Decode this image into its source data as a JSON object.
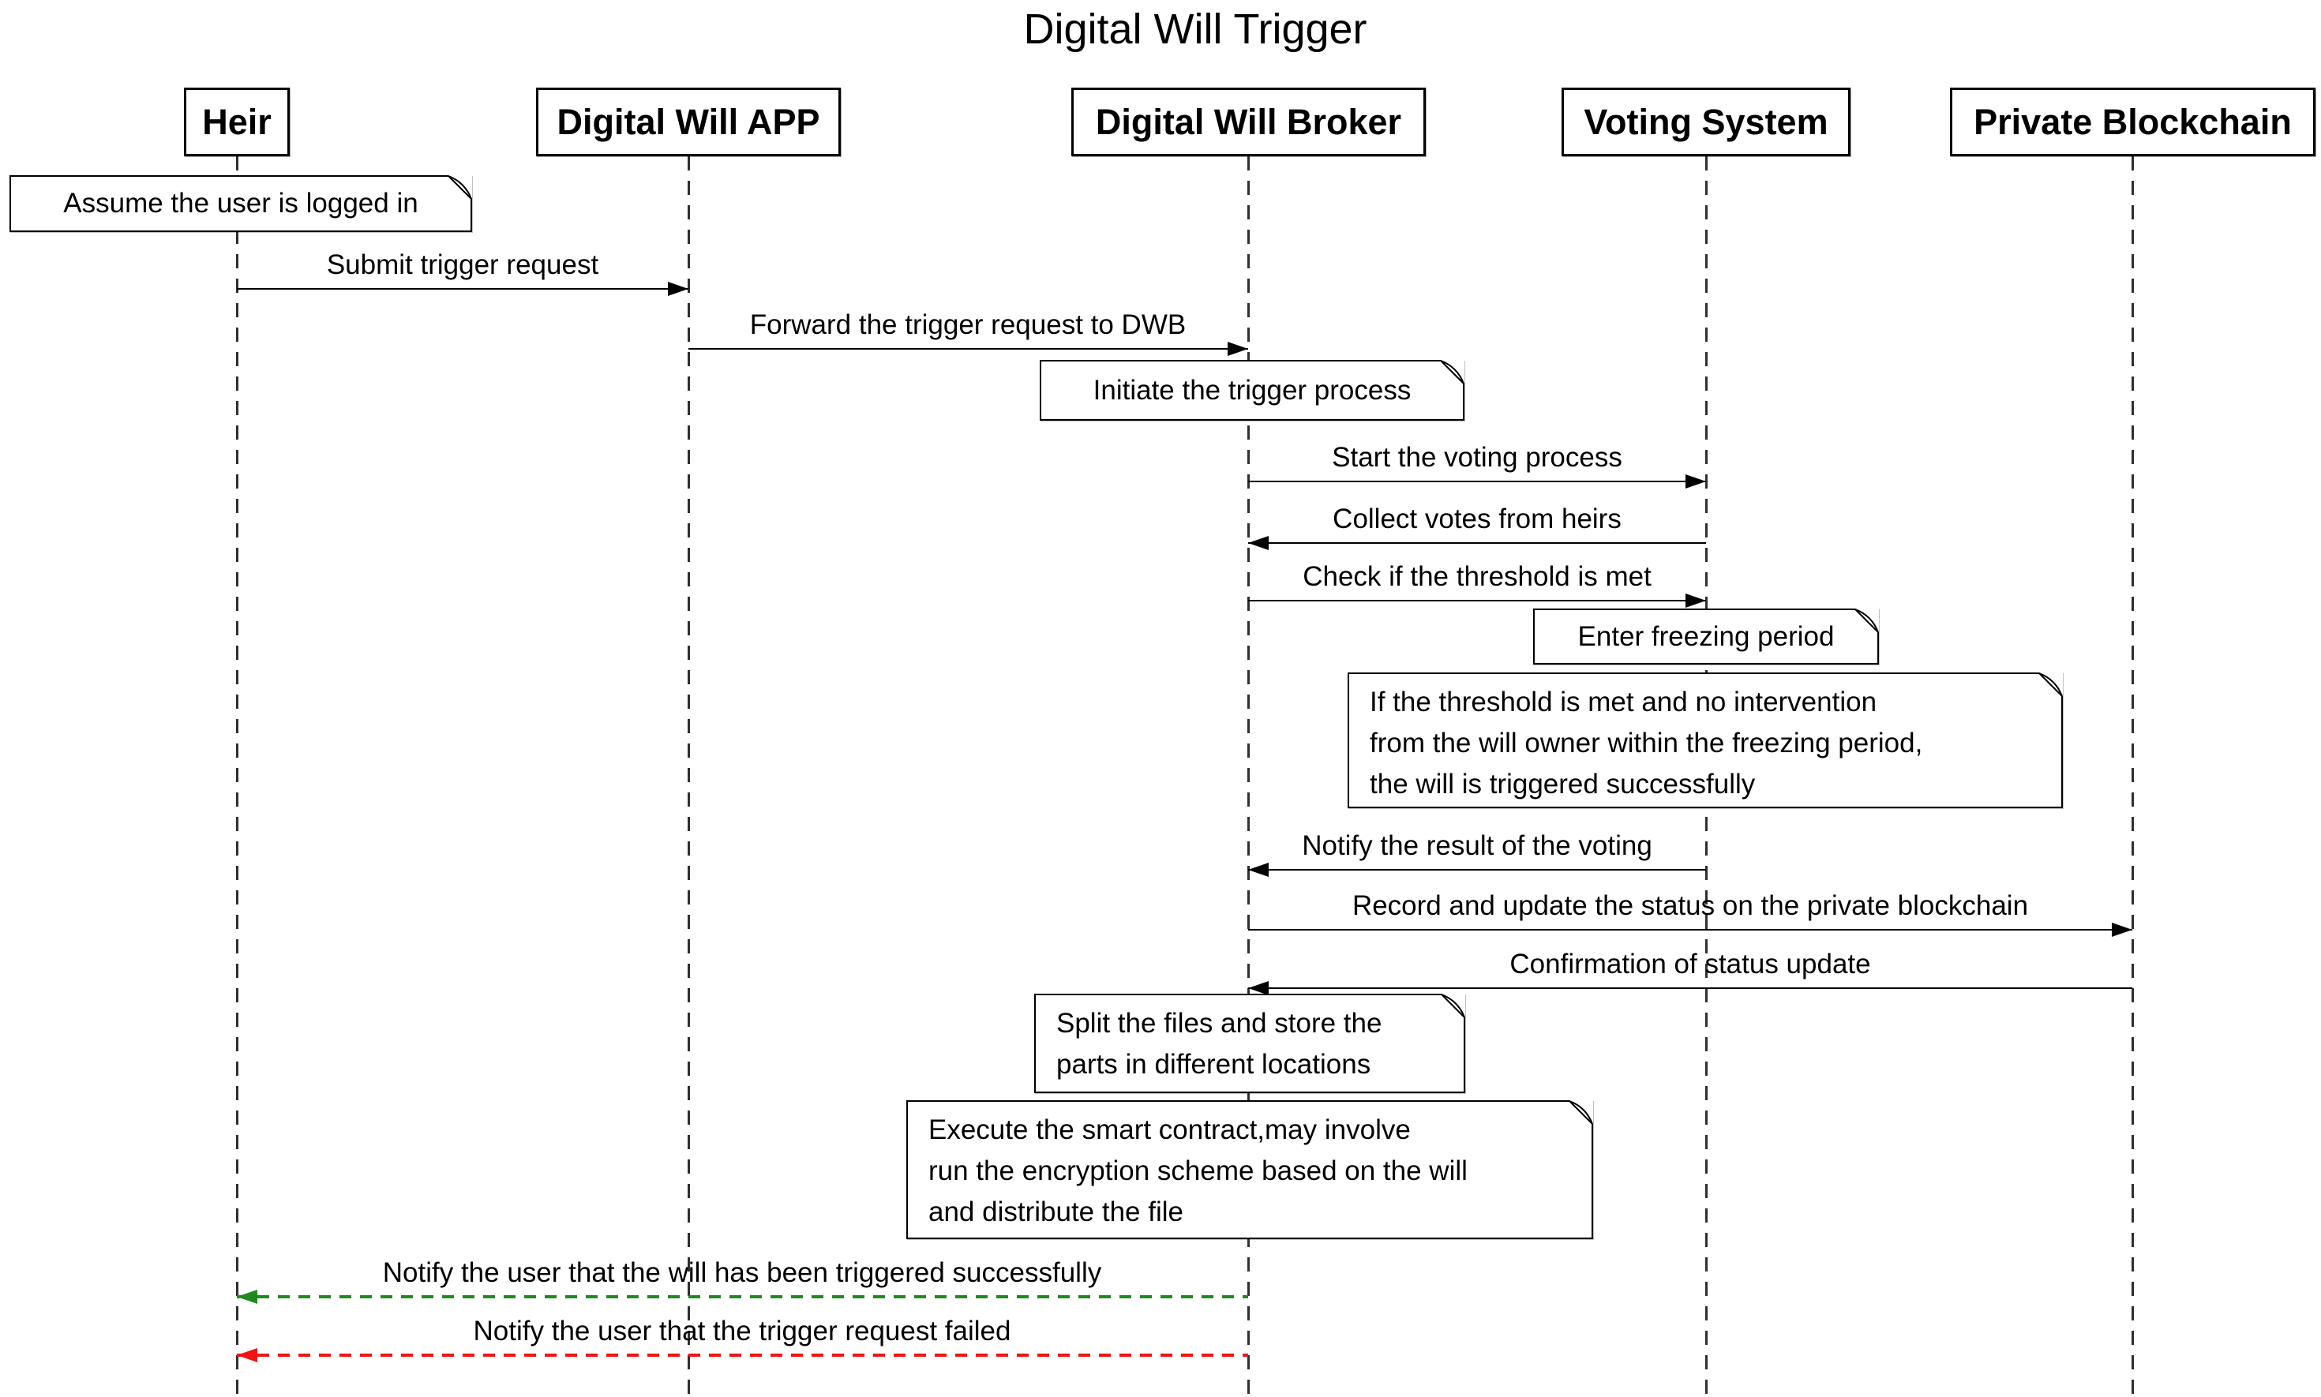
{
  "title": "Digital Will Trigger",
  "colors": {
    "line": "#000000",
    "lifeline": "#2f2f2f",
    "success_arrow": "#1e8a1e",
    "fail_arrow": "#f01414",
    "box_fill": "#ffffff",
    "box_border": "#000000"
  },
  "participants": [
    {
      "label": "Heir"
    },
    {
      "label": "Digital Will APP"
    },
    {
      "label": "Digital Will Broker"
    },
    {
      "label": "Voting System"
    },
    {
      "label": "Private Blockchain"
    }
  ],
  "notes": [
    {
      "text": "Assume the user is logged in",
      "over": "Heir"
    },
    {
      "text": "Initiate the trigger process",
      "over": "Digital Will Broker"
    },
    {
      "text": "Enter freezing period",
      "over": "Voting System"
    },
    {
      "over": "Voting System",
      "lines": [
        "If the threshold is met and no intervention",
        "from the will owner within the freezing period,",
        "the will is triggered successfully"
      ]
    },
    {
      "over": "Digital Will Broker",
      "lines": [
        "Split the files and store the",
        "parts in different locations"
      ]
    },
    {
      "over": "Digital Will Broker",
      "lines": [
        "Execute the smart contract,may involve",
        "run the encryption scheme based on the will",
        "and distribute the file"
      ]
    }
  ],
  "messages": [
    {
      "text": "Submit trigger request",
      "from": "Heir",
      "to": "Digital Will APP",
      "line": "solid",
      "color": "#000000"
    },
    {
      "text": "Forward the trigger request to DWB",
      "from": "Digital Will APP",
      "to": "Digital Will Broker",
      "line": "solid",
      "color": "#000000"
    },
    {
      "text": "Start the voting process",
      "from": "Digital Will Broker",
      "to": "Voting System",
      "line": "solid",
      "color": "#000000"
    },
    {
      "text": "Collect votes from heirs",
      "from": "Voting System",
      "to": "Digital Will Broker",
      "line": "solid",
      "color": "#000000"
    },
    {
      "text": "Check if the threshold is met",
      "from": "Digital Will Broker",
      "to": "Voting System",
      "line": "solid",
      "color": "#000000"
    },
    {
      "text": "Notify the result of the voting",
      "from": "Voting System",
      "to": "Digital Will Broker",
      "line": "solid",
      "color": "#000000"
    },
    {
      "text": "Record and update the status on the private blockchain",
      "from": "Digital Will Broker",
      "to": "Private Blockchain",
      "line": "solid",
      "color": "#000000"
    },
    {
      "text": "Confirmation of status update",
      "from": "Private Blockchain",
      "to": "Digital Will Broker",
      "line": "solid",
      "color": "#000000"
    },
    {
      "text": "Notify the user that the will has been triggered successfully",
      "from": "Digital Will Broker",
      "to": "Heir",
      "line": "dashed",
      "color": "#1e8a1e"
    },
    {
      "text": "Notify the user that the trigger request failed",
      "from": "Digital Will Broker",
      "to": "Heir",
      "line": "dashed",
      "color": "#f01414"
    }
  ]
}
